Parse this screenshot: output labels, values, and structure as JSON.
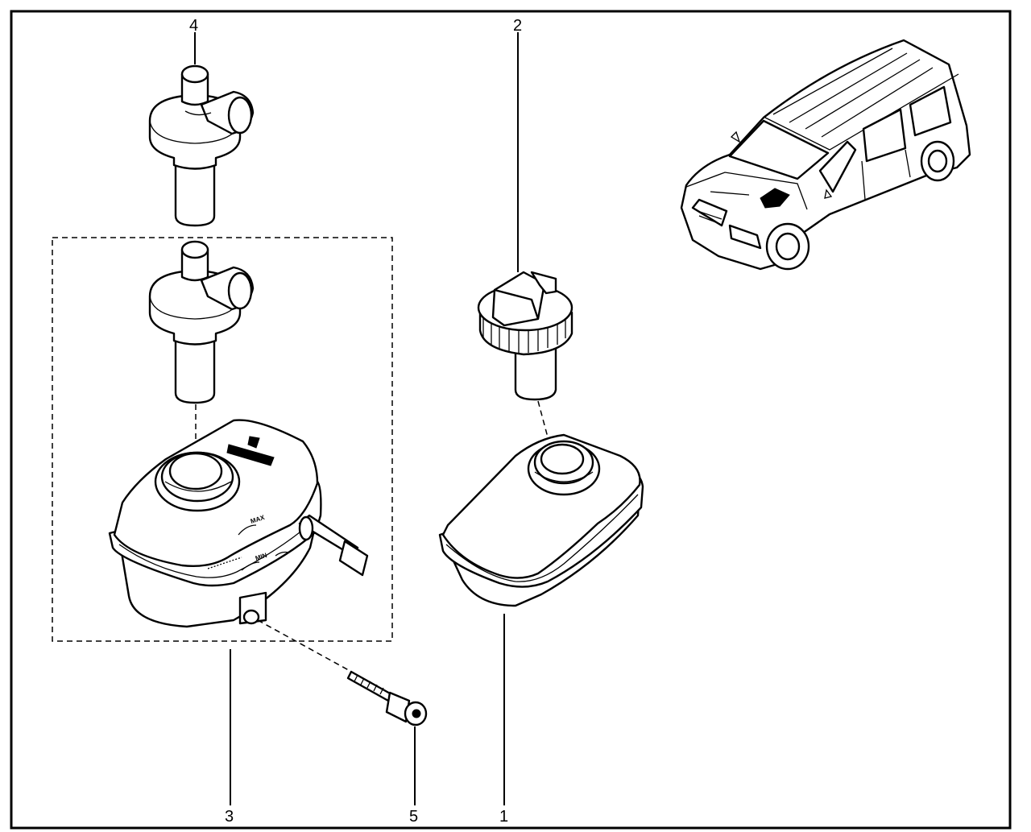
{
  "callouts": {
    "c1": "1",
    "c2": "2",
    "c3": "3",
    "c4": "4",
    "c5": "5"
  },
  "tank_marks": {
    "max": "MAX",
    "min": "MIN"
  },
  "colors": {
    "line": "#000000",
    "background": "#ffffff"
  }
}
